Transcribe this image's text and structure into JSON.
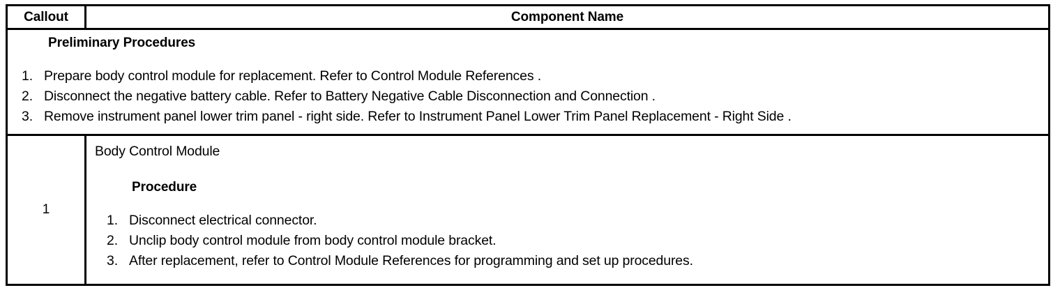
{
  "table": {
    "header": {
      "callout_label": "Callout",
      "component_label": "Component Name"
    },
    "preliminary": {
      "title": "Preliminary Procedures",
      "steps": [
        {
          "num": "1.",
          "text": "Prepare body control module for replacement. Refer to Control Module References ."
        },
        {
          "num": "2.",
          "text": "Disconnect the negative battery cable. Refer to Battery Negative Cable Disconnection and Connection ."
        },
        {
          "num": "3.",
          "text": "Remove instrument panel lower trim panel - right side. Refer to Instrument Panel Lower Trim Panel Replacement - Right Side ."
        }
      ]
    },
    "body_row": {
      "callout": "1",
      "component_name": "Body Control Module",
      "procedure_title": "Procedure",
      "steps": [
        {
          "num": "1.",
          "text": "Disconnect electrical connector."
        },
        {
          "num": "2.",
          "text": "Unclip body control module from body control module bracket."
        },
        {
          "num": "3.",
          "text": "After replacement, refer to Control Module References for programming and set up procedures."
        }
      ]
    }
  },
  "colors": {
    "border": "#000000",
    "text": "#000000",
    "background": "#ffffff"
  }
}
